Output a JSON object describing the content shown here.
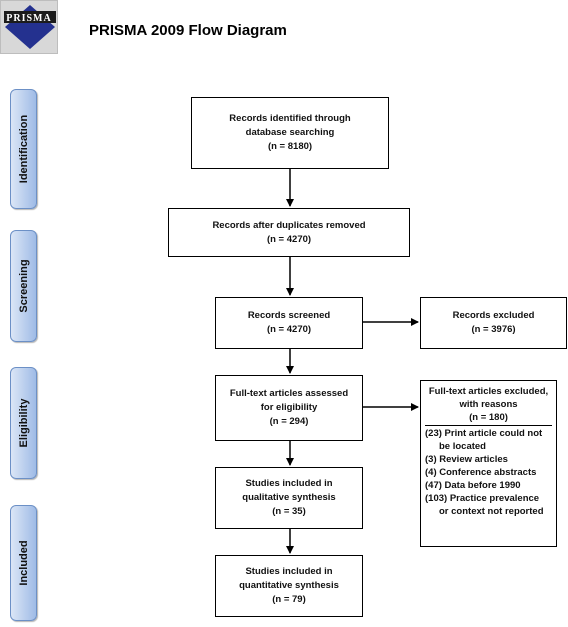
{
  "header": {
    "logo_text": "PRISMA",
    "title": "PRISMA 2009 Flow Diagram"
  },
  "stages": [
    "Identification",
    "Screening",
    "Eligibility",
    "Included"
  ],
  "boxes": {
    "identified": [
      "Records identified through",
      "database searching",
      "(n = 8180)"
    ],
    "duplicates_removed": [
      "Records after duplicates removed",
      "(n = 4270)"
    ],
    "screened": [
      "Records screened",
      "(n = 4270)"
    ],
    "excluded": [
      "Records excluded",
      "(n = 3976)"
    ],
    "fulltext_assessed": [
      "Full-text articles assessed",
      "for eligibility",
      "(n = 294)"
    ],
    "qualitative": [
      "Studies included in",
      "qualitative synthesis",
      "(n = 35)"
    ],
    "quantitative": [
      "Studies included in",
      "quantitative synthesis",
      "(n = 79)"
    ]
  },
  "fulltext_excluded": {
    "heading": [
      "Full-text articles excluded,",
      "with reasons",
      "(n = 180)"
    ],
    "reasons": [
      [
        "(23) Print article could not",
        "be located"
      ],
      [
        "(3) Review articles"
      ],
      [
        "(4) Conference abstracts"
      ],
      [
        "(47) Data before 1990"
      ],
      [
        "(103) Practice prevalence",
        "or context not reported"
      ]
    ]
  },
  "colors": {
    "stage_fill": "#9fbbe6",
    "stage_border": "#6c90c6",
    "box_border": "#000000",
    "logo_blue": "#24318f"
  }
}
